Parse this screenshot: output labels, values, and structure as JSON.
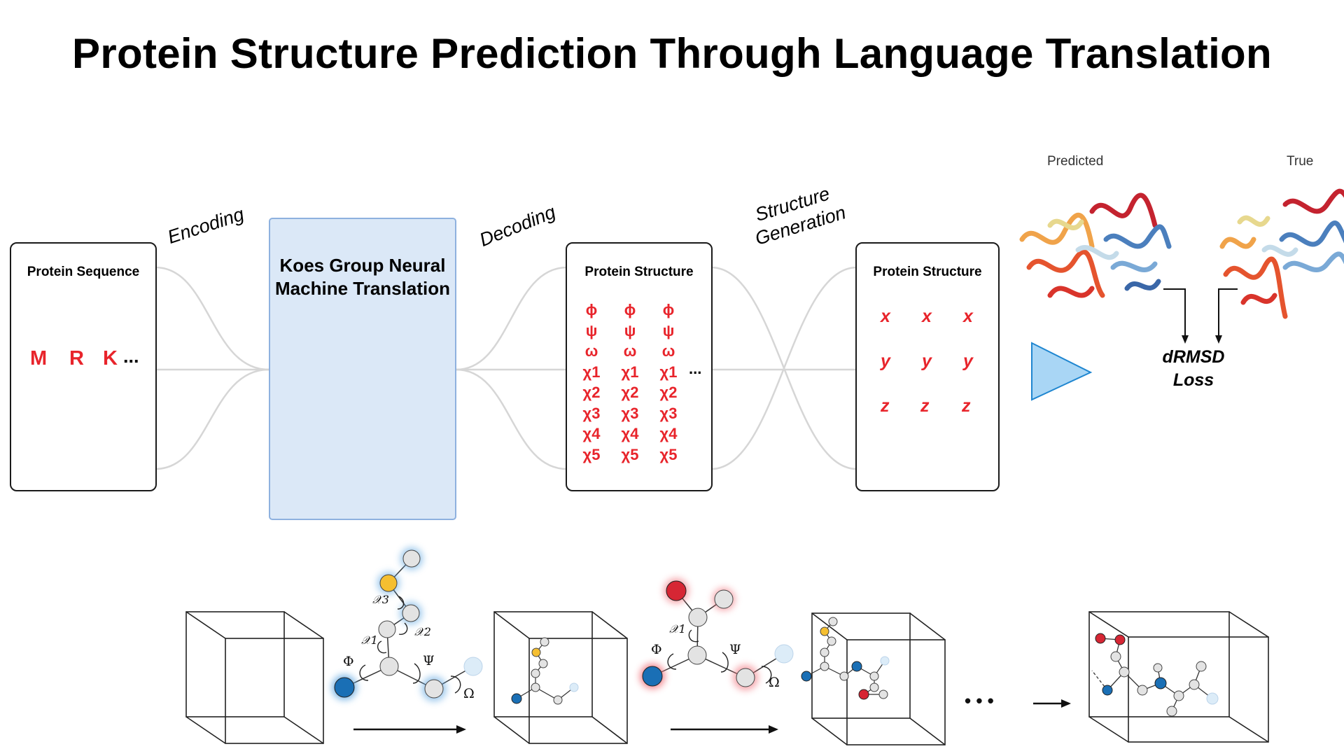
{
  "title": "Protein Structure Prediction Through Language Translation",
  "stages": {
    "encoding": "Encoding",
    "decoding": "Decoding",
    "structure_generation_line1": "Structure",
    "structure_generation_line2": "Generation"
  },
  "sequence_box": {
    "title": "Protein Sequence",
    "residues": [
      "M",
      "R",
      "K"
    ],
    "ellipsis": "..."
  },
  "nmt_box": {
    "title_line1": "Koes Group Neural",
    "title_line2": "Machine Translation"
  },
  "angles_box": {
    "title": "Protein Structure",
    "angles": [
      "ϕ",
      "ψ",
      "ω",
      "χ1",
      "χ2",
      "χ3",
      "χ4",
      "χ5"
    ],
    "ellipsis": "..."
  },
  "coords_box": {
    "title": "Protein Structure",
    "rows": [
      [
        "x",
        "x",
        "x"
      ],
      [
        "y",
        "y",
        "y"
      ],
      [
        "z",
        "z",
        "z"
      ]
    ]
  },
  "comparison": {
    "predicted": "Predicted",
    "true": "True",
    "loss_line1": "dRMSD",
    "loss_line2": "Loss"
  },
  "geometry_labels": {
    "chi1": "𝒳1",
    "chi2": "𝒳2",
    "chi3": "𝒳3",
    "phi": "Φ",
    "psi": "Ψ",
    "omega": "Ω",
    "ellipsis": "• • •"
  },
  "colors": {
    "residue_red": "#e8242b",
    "nmt_fill": "#dbe8f7",
    "nmt_border": "#8eb1df",
    "triangle_fill": "#a9d6f5",
    "atom_blue": "#1a6fb5",
    "atom_yellow": "#f5bf31",
    "atom_red": "#d62634",
    "atom_gray": "#e3e3e3"
  }
}
